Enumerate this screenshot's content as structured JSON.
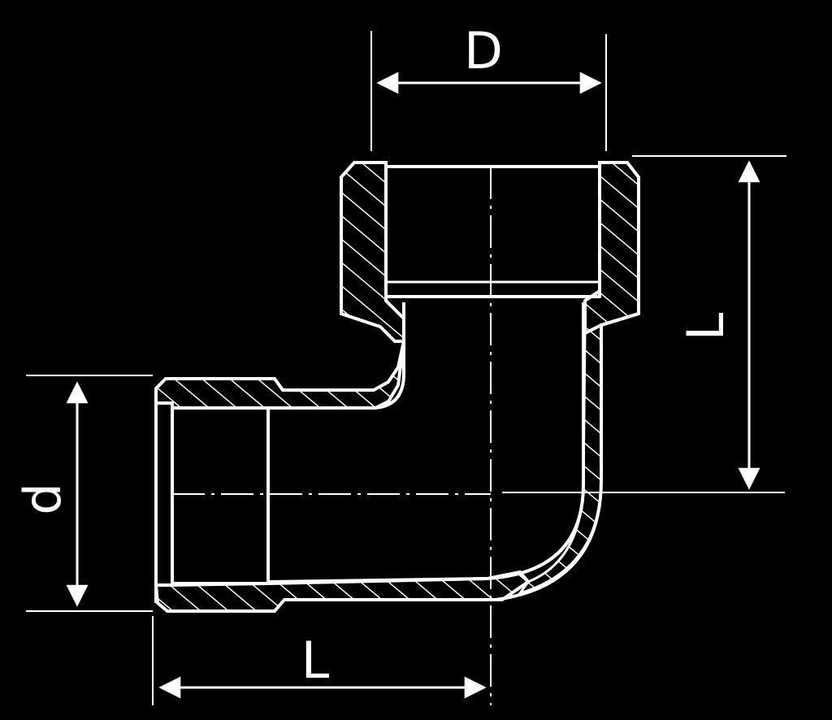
{
  "diagram": {
    "labels": {
      "top_diameter": "D",
      "side_diameter": "d",
      "vertical_length": "L",
      "horizontal_length": "L"
    },
    "colors": {
      "background": "#000000",
      "line": "#ffffff"
    }
  }
}
